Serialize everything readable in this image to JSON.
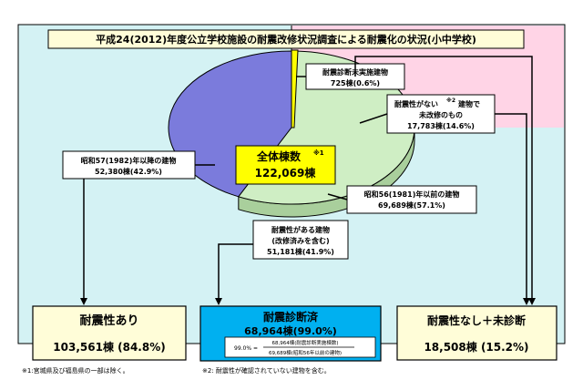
{
  "title": "平成24(2012)年度公立学校施設の耐震改修状況調査による耐震化の状況(小中学校)",
  "colors": {
    "panel_bg": "#d4f2f4",
    "title_bg": "#fffdd8",
    "pink": "#ffd4e6",
    "blue_slice": "#7b7bdc",
    "green_slice": "#cfeec4",
    "yellow_slice": "#ffff00",
    "center_box": "#ffff00",
    "bottom_mid": "#00b0f0",
    "bottom_side": "#fffdd8"
  },
  "center_label": {
    "line1": "全体棟数",
    "sup": "※1",
    "line2": "122,069棟"
  },
  "chart_data": {
    "type": "pie",
    "title": "平成24(2012)年度公立学校施設の耐震改修状況調査による耐震化の状況(小中学校)",
    "total": 122069,
    "unit": "棟",
    "slices": [
      {
        "label": "昭和57(1982)年以降の建物",
        "value": 52380,
        "percent": 42.9,
        "color": "#7b7bdc"
      },
      {
        "label": "昭和56(1981)年以前の建物",
        "value": 69689,
        "percent": 57.1,
        "color": "#cfeec4"
      }
    ],
    "breakdown_of_pre1981": [
      {
        "label": "耐震性がある建物(改修済みを含む)",
        "value": 51181,
        "percent": 41.9
      },
      {
        "label": "耐震性がない※2建物で未改修のもの",
        "value": 17783,
        "percent": 14.6
      },
      {
        "label": "耐震診断未実施建物",
        "value": 725,
        "percent": 0.6
      }
    ]
  },
  "callouts": {
    "post1982": {
      "line1": "昭和57(1982)年以降の建物",
      "line2": "52,380棟(42.9%)"
    },
    "pre1981": {
      "line1": "昭和56(1981)年以前の建物",
      "line2": "69,689棟(57.1%)"
    },
    "unsurveyed": {
      "line1": "耐震診断未実施建物",
      "line2": "725棟(0.6%)"
    },
    "no_resist": {
      "line1a": "耐震性がない",
      "sup": "※2",
      "line1b": "建物で",
      "line2": "未改修のもの",
      "line3": "17,783棟(14.6%)"
    },
    "has_resist": {
      "line1": "耐震性がある建物",
      "line2": "(改修済みを含む)",
      "line3": "51,181棟(41.9%)"
    }
  },
  "bottom": {
    "left": {
      "label": "耐震性あり",
      "value": "103,561棟 (84.8%)"
    },
    "mid": {
      "label": "耐震診断済",
      "value": "68,964棟(99.0%)",
      "formula_lhs": "99.0% =",
      "formula_num": "68,964棟(耐震診断実施棟数)",
      "formula_den": "69,689棟(昭和56年以前の建物)"
    },
    "right": {
      "label": "耐震性なし＋未診断",
      "value": "18,508棟 (15.2%)"
    }
  },
  "footnotes": {
    "note1": "※1:宮城県及び福島県の一部は除く。",
    "note2": "※2: 耐震性が確認されていない建物を含む。"
  }
}
